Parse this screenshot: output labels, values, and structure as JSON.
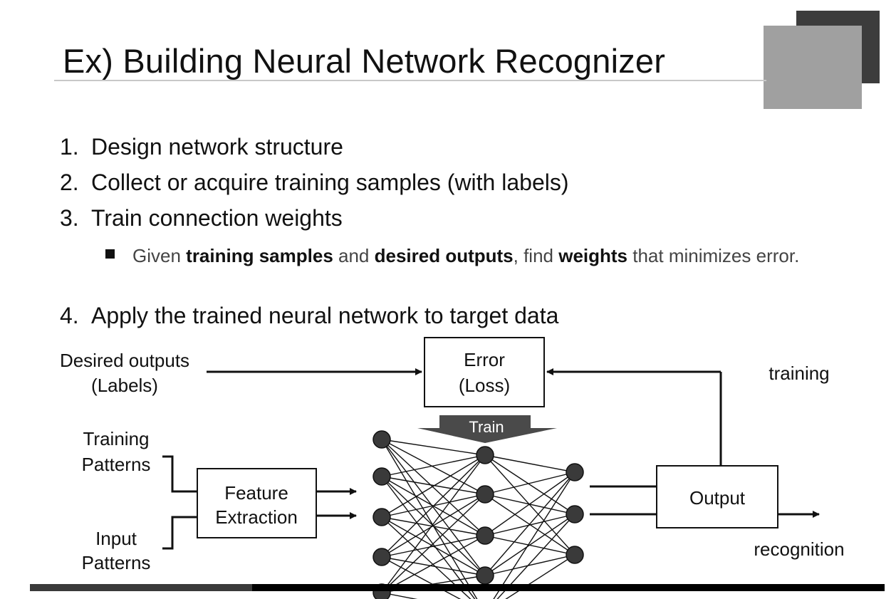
{
  "slide": {
    "title": "Ex) Building Neural Network Recognizer",
    "steps": [
      {
        "num": "1.",
        "text": "Design network structure"
      },
      {
        "num": "2.",
        "text": "Collect or acquire training samples (with labels)"
      },
      {
        "num": "3.",
        "text": "Train connection weights"
      },
      {
        "num": "4.",
        "text": "Apply the trained neural network to target data"
      }
    ],
    "sub_bullet": {
      "p1": "Given ",
      "b1": "training samples",
      "p2": " and ",
      "b2": "desired outputs",
      "p3": ", find ",
      "b3": "weights",
      "p4": " that minimizes error."
    }
  },
  "diagram": {
    "desired_outputs_line1": "Desired outputs",
    "desired_outputs_line2": "(Labels)",
    "error_line1": "Error",
    "error_line2": "(Loss)",
    "train_label": "Train",
    "training_label": "training",
    "training_patterns_line1": "Training",
    "training_patterns_line2": "Patterns",
    "input_patterns_line1": "Input",
    "input_patterns_line2": "Patterns",
    "feature_extraction_line1": "Feature",
    "feature_extraction_line2": "Extraction",
    "output_label": "Output",
    "recognition_label": "recognition",
    "colors": {
      "node": "#3a3a3a",
      "train_banner": "#4a4a4a",
      "deco_dark": "#3c3c3c",
      "deco_gray": "#a0a0a0"
    }
  }
}
